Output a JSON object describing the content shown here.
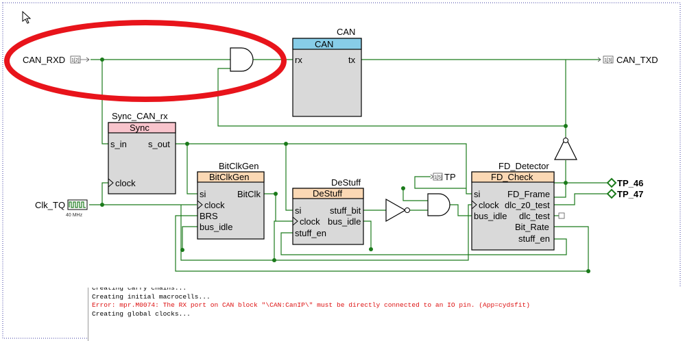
{
  "ports": {
    "can_rxd": "CAN_RXD",
    "can_txd": "CAN_TXD",
    "clk_tq": "Clk_TQ",
    "clk_freq": "40 MHz",
    "tp": "TP",
    "tp46": "TP_46",
    "tp47": "TP_47",
    "pin_in": "1[2]",
    "pin_out": "1[3]",
    "pin_tp": "1[5]"
  },
  "blocks": {
    "can": {
      "title": "CAN",
      "header": "CAN",
      "rx": "rx",
      "tx": "tx",
      "color": "#87cde8"
    },
    "sync": {
      "title": "Sync_CAN_rx",
      "header": "Sync",
      "s_in": "s_in",
      "s_out": "s_out",
      "clock": "clock",
      "color": "#f8c4cc"
    },
    "bitclkgen": {
      "title": "BitClkGen",
      "header": "BitClkGen",
      "si": "si",
      "bitclk": "BitClk",
      "clock": "clock",
      "brs": "BRS",
      "bus_idle": "bus_idle",
      "color": "#fbd8b4"
    },
    "destuff": {
      "title": "DeStuff",
      "header": "DeStuff",
      "si": "si",
      "stuff_bit": "stuff_bit",
      "clock": "clock",
      "bus_idle": "bus_idle",
      "stuff_en": "stuff_en",
      "color": "#fbd8b4"
    },
    "fd": {
      "title": "FD_Detector",
      "header": "FD_Check",
      "si": "si",
      "fd_frame": "FD_Frame",
      "clock": "clock",
      "dlc_z0": "dlc_z0_test",
      "bus_idle": "bus_idle",
      "dlc_test": "dlc_test",
      "bit_rate": "Bit_Rate",
      "stuff_en": "stuff_en",
      "color": "#fbd8b4"
    }
  },
  "annotation": {
    "color": "#e8141b"
  },
  "console": {
    "lines": [
      {
        "text": "Creating carry chains...",
        "type": "info"
      },
      {
        "text": "Creating initial macrocells...",
        "type": "info"
      },
      {
        "text": "Error: mpr.M0074: The RX port on CAN block \"\\CAN:CanIP\\\" must be directly connected to an IO pin. (App=cydsfit)",
        "type": "error"
      },
      {
        "text": "Creating global clocks...",
        "type": "info"
      }
    ]
  }
}
